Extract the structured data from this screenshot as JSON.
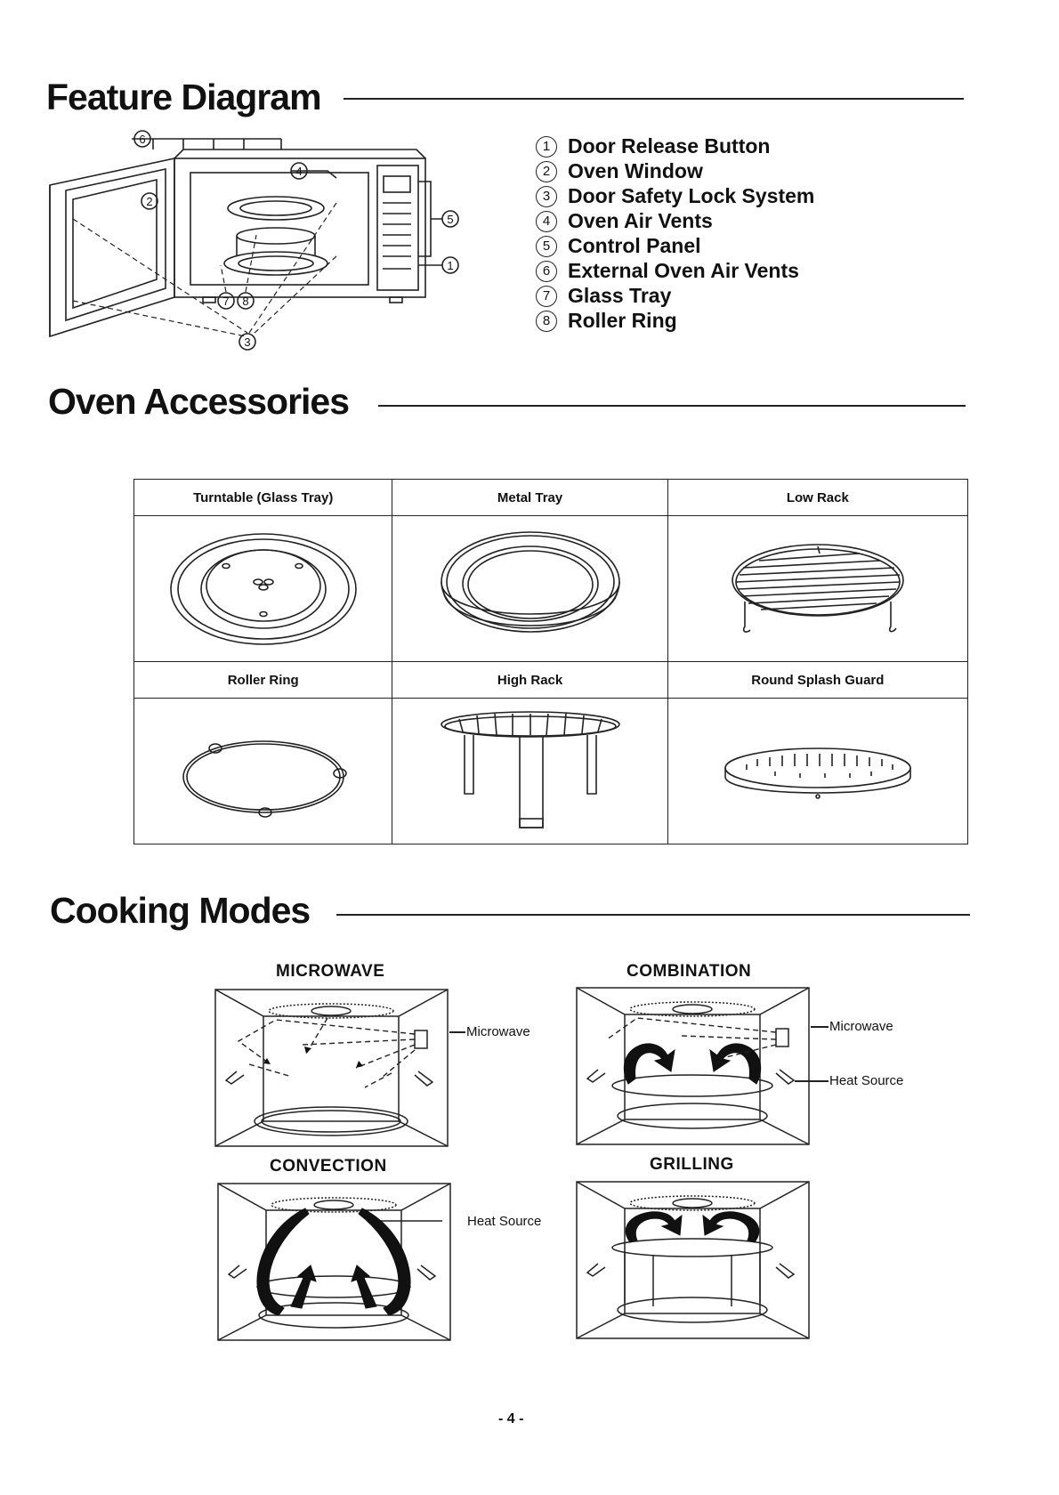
{
  "headings": {
    "feature": "Feature Diagram",
    "accessories": "Oven Accessories",
    "modes": "Cooking Modes"
  },
  "feature_legend": [
    {
      "num": "1",
      "label": "Door Release Button"
    },
    {
      "num": "2",
      "label": "Oven Window"
    },
    {
      "num": "3",
      "label": "Door Safety Lock System"
    },
    {
      "num": "4",
      "label": "Oven Air Vents"
    },
    {
      "num": "5",
      "label": "Control Panel"
    },
    {
      "num": "6",
      "label": "External Oven Air Vents"
    },
    {
      "num": "7",
      "label": "Glass Tray"
    },
    {
      "num": "8",
      "label": "Roller Ring"
    }
  ],
  "diagram_callouts": [
    "6",
    "4",
    "2",
    "5",
    "1",
    "7",
    "8",
    "3"
  ],
  "accessories": [
    {
      "label": "Turntable (Glass Tray)",
      "icon": "glass-tray-illustration"
    },
    {
      "label": "Metal Tray",
      "icon": "metal-tray-illustration"
    },
    {
      "label": "Low Rack",
      "icon": "low-rack-illustration"
    },
    {
      "label": "Roller Ring",
      "icon": "roller-ring-illustration"
    },
    {
      "label": "High Rack",
      "icon": "high-rack-illustration"
    },
    {
      "label": "Round Splash Guard",
      "icon": "splash-guard-illustration"
    }
  ],
  "modes": [
    {
      "title": "MICROWAVE",
      "callouts": [
        "Microwave"
      ]
    },
    {
      "title": "COMBINATION",
      "callouts": [
        "Microwave",
        "Heat Source"
      ]
    },
    {
      "title": "CONVECTION",
      "callouts": [
        "Heat Source"
      ]
    },
    {
      "title": "GRILLING",
      "callouts": []
    }
  ],
  "page_number": "- 4 -"
}
